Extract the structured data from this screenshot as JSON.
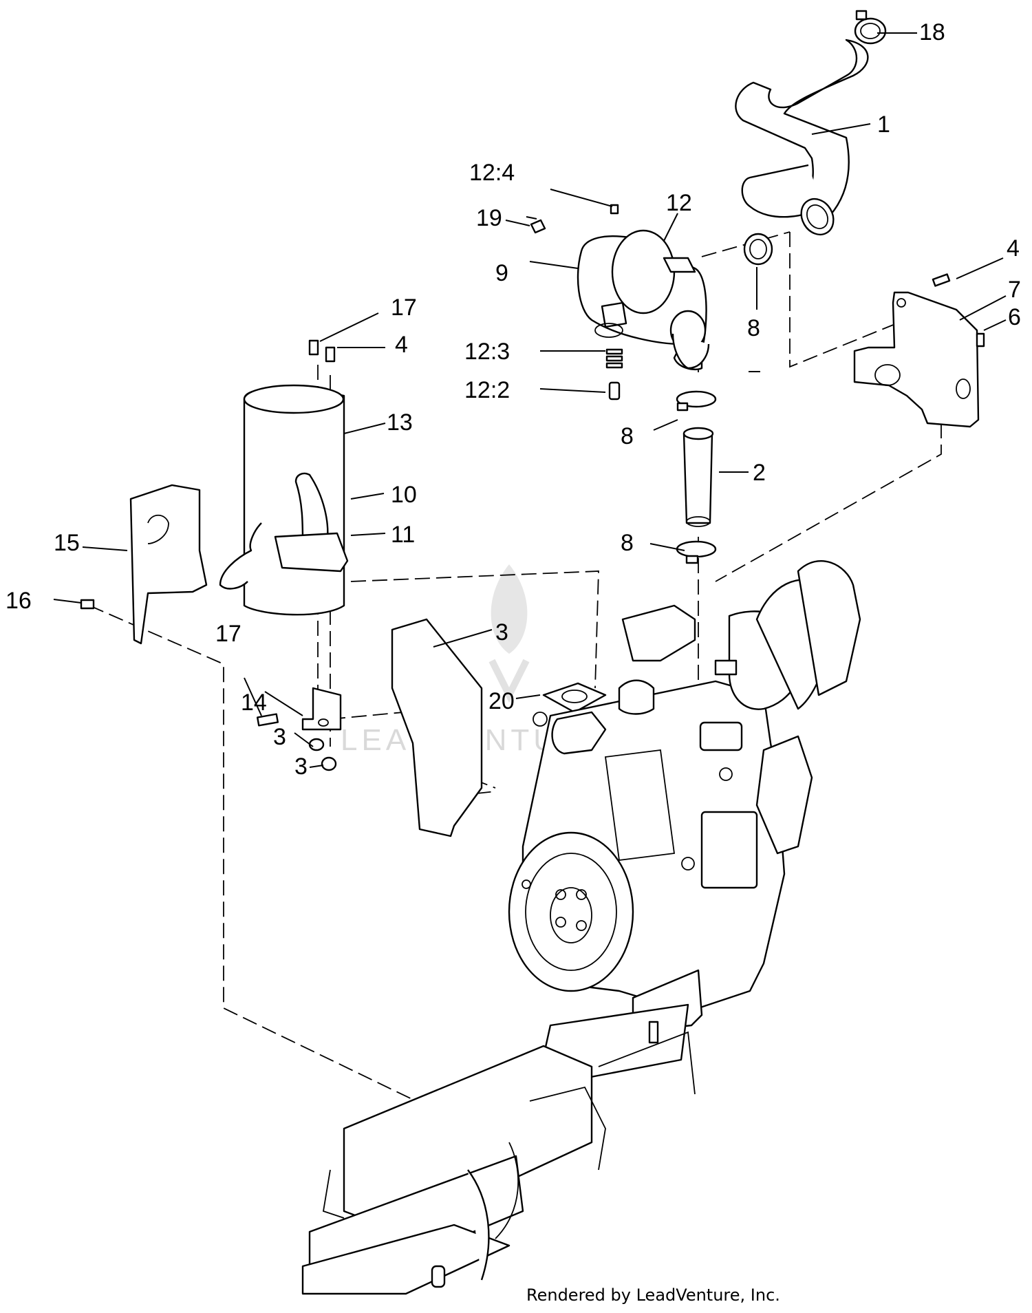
{
  "callouts": {
    "c1": "1",
    "c2": "2",
    "c3a": "3",
    "c3b": "3",
    "c3c": "3",
    "c4a": "4",
    "c4b": "4",
    "c6": "6",
    "c7": "7",
    "c8a": "8",
    "c8b": "8",
    "c8c": "8",
    "c9": "9",
    "c10": "10",
    "c11": "11",
    "c12": "12",
    "c12_2": "12:2",
    "c12_3": "12:3",
    "c12_4": "12:4",
    "c13": "13",
    "c14": "14",
    "c15": "15",
    "c16": "16",
    "c17a": "17",
    "c17b": "17",
    "c18": "18",
    "c19": "19",
    "c20": "20"
  },
  "watermark": "LEADVENTURE",
  "credit": "Rendered by LeadVenture, Inc."
}
